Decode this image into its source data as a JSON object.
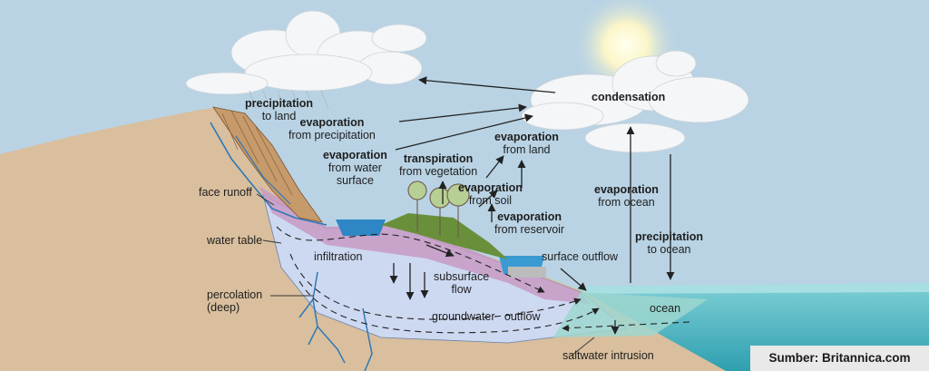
{
  "labels": {
    "condensation": "condensation",
    "precip_land": {
      "l1": "precipitation",
      "l2": "to land"
    },
    "evap_precip": {
      "l1": "evaporation",
      "l2": "from precipitation"
    },
    "evap_water": {
      "l1": "evaporation",
      "l2": "from water",
      "l3": "surface"
    },
    "transpiration": {
      "l1": "transpiration",
      "l2": "from vegetation"
    },
    "evap_land": {
      "l1": "evaporation",
      "l2": "from land"
    },
    "evap_soil": {
      "l1": "evaporation",
      "l2": "from soil"
    },
    "evap_reservoir": {
      "l1": "evaporation",
      "l2": "from reservoir"
    },
    "evap_ocean": {
      "l1": "evaporation",
      "l2": "from ocean"
    },
    "precip_ocean": {
      "l1": "precipitation",
      "l2": "to ocean"
    },
    "face_runoff": "face runoff",
    "water_table": "water table",
    "infiltration": "infiltration",
    "subsurface": {
      "l1": "subsurface",
      "l2": "flow"
    },
    "surface_outflow": "surface outflow",
    "percolation": {
      "l1": "percolation",
      "l2": "(deep)"
    },
    "groundwater_outflow": "groundwater   outflow",
    "ocean": "ocean",
    "saltwater": "saltwater intrusion"
  },
  "source": "Sumber: Britannica.com",
  "colors": {
    "sky": "#b9d3e4",
    "mountain": "#d9bf9e",
    "groundwater": "#cdd9f1",
    "soil_purple": "#c79ac4",
    "ocean": "#63bfc9",
    "vegetation": "#6a8f3a"
  }
}
